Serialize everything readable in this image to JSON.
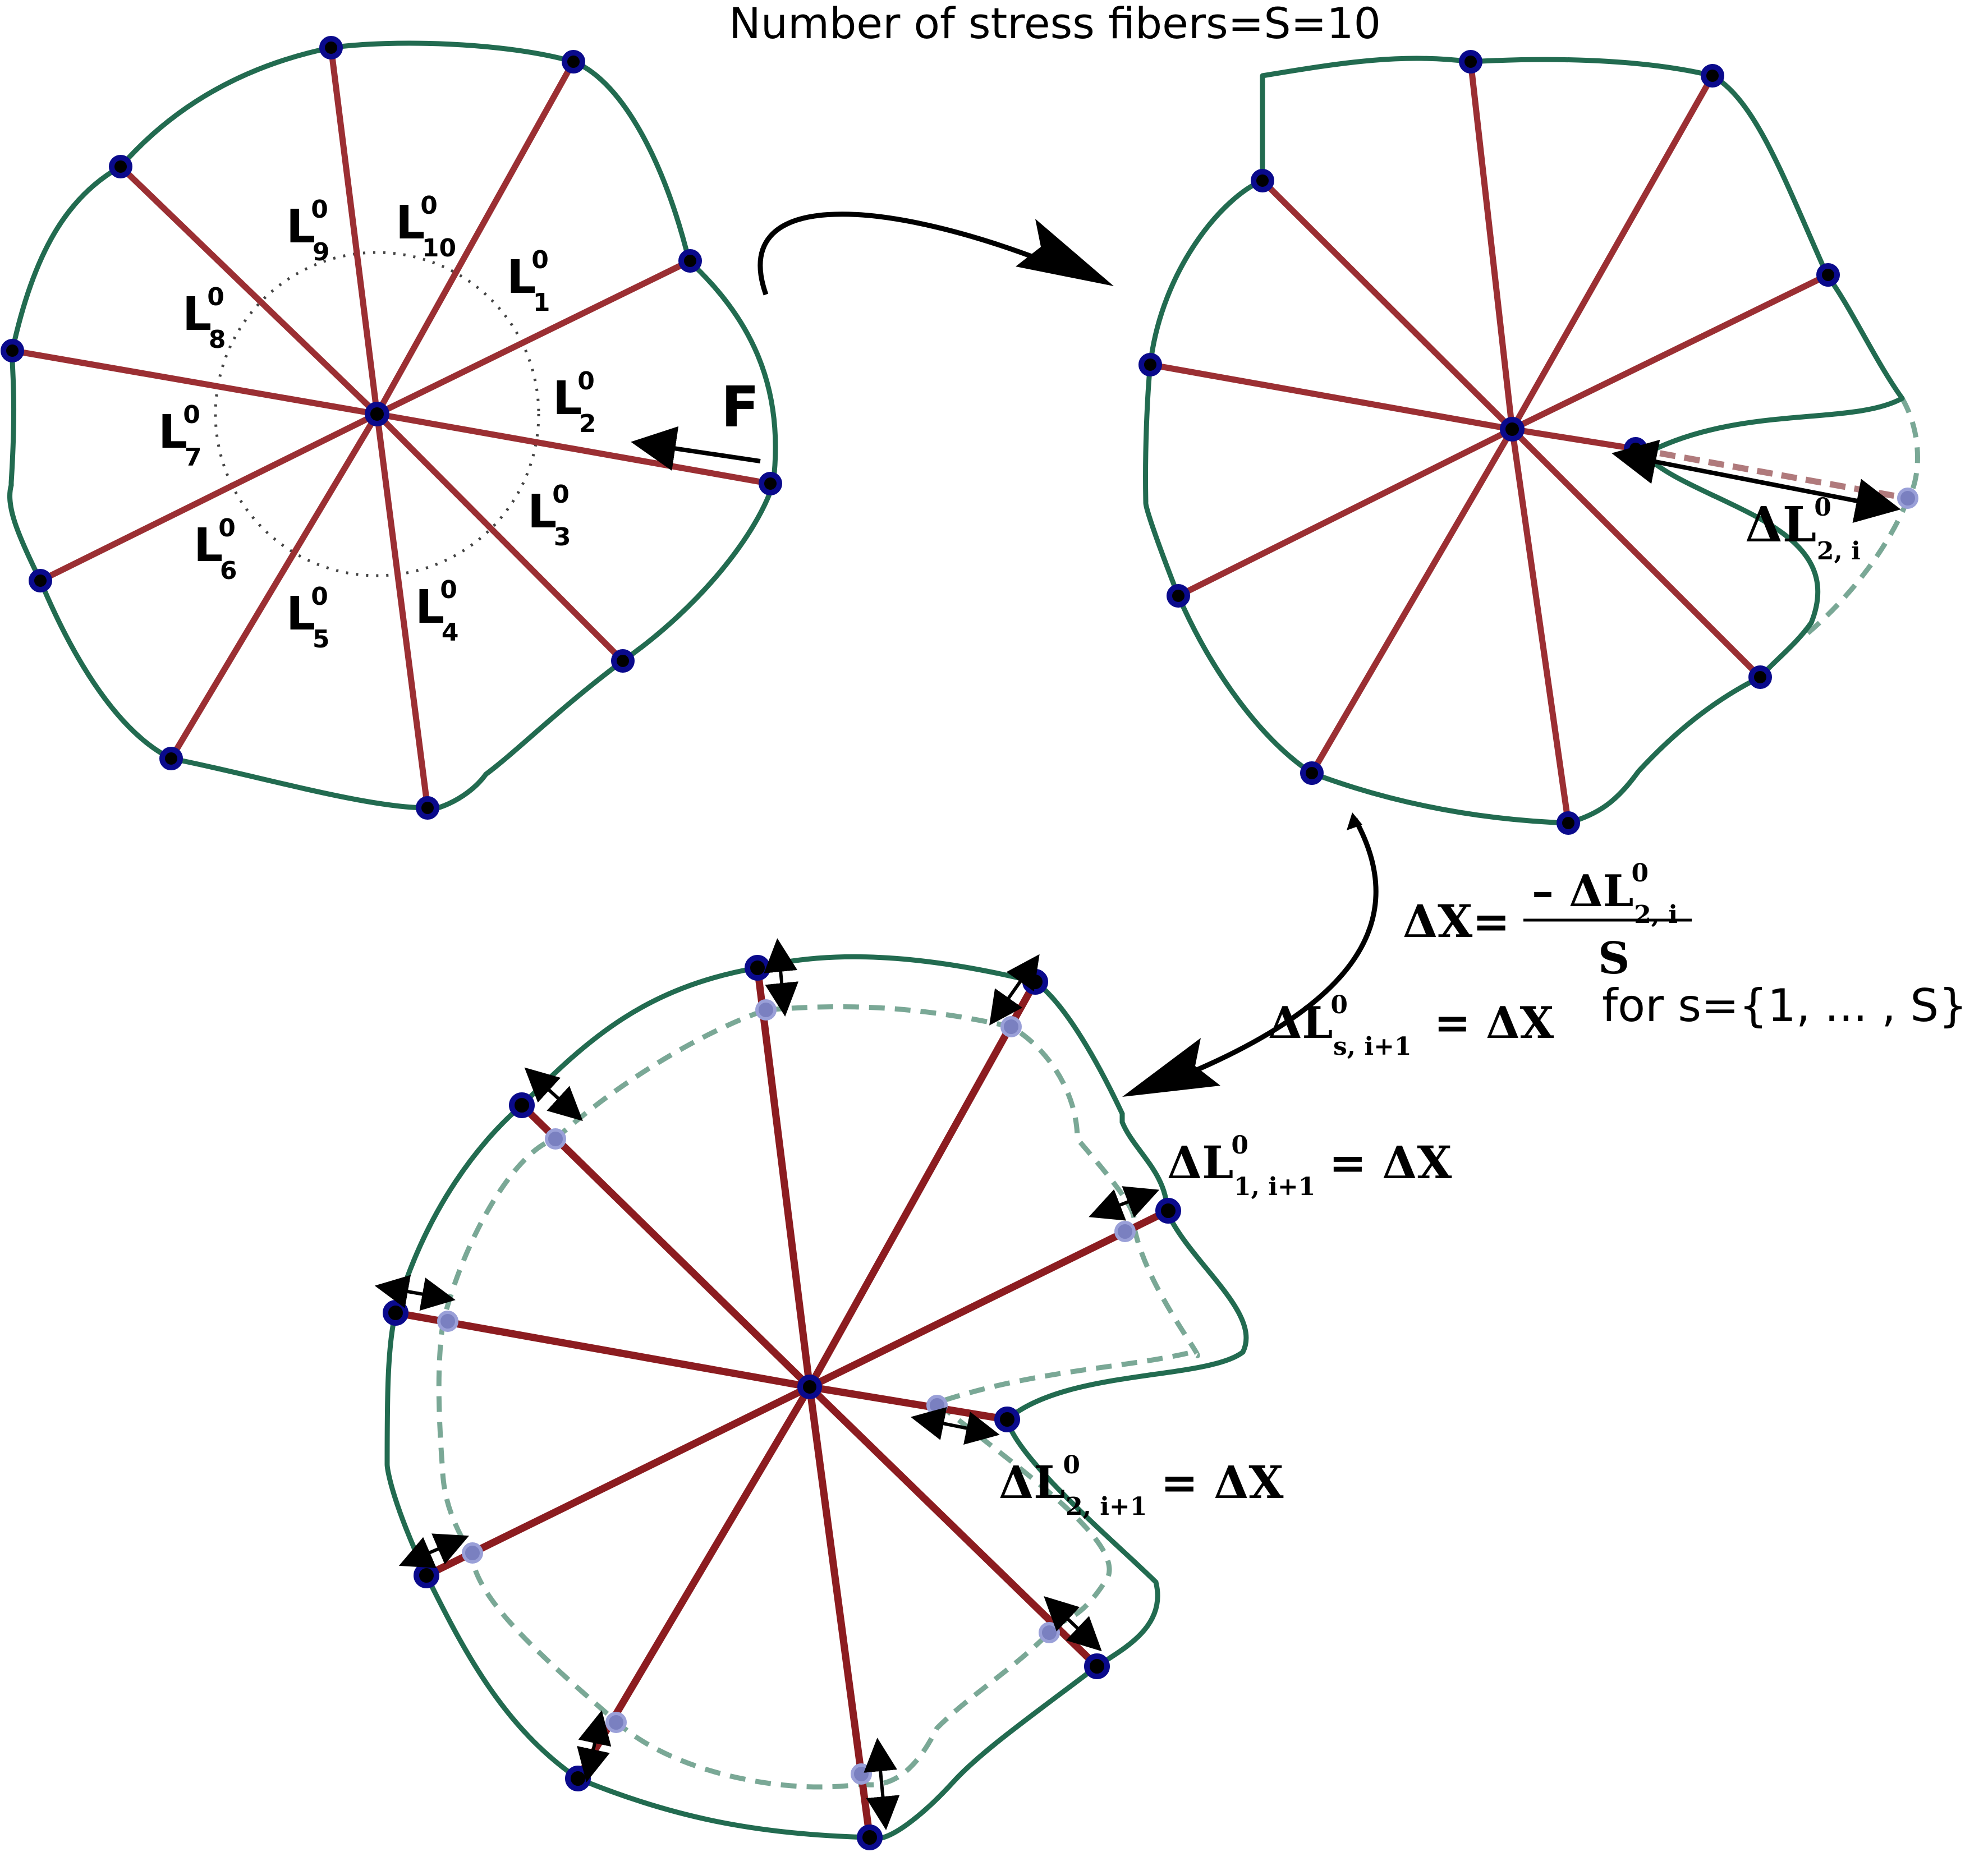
{
  "title": "Number of stress fibers=S=10",
  "panel1": {
    "fiber_labels": [
      {
        "base": "L",
        "sup": "0",
        "sub": "1"
      },
      {
        "base": "L",
        "sup": "0",
        "sub": "2"
      },
      {
        "base": "L",
        "sup": "0",
        "sub": "3"
      },
      {
        "base": "L",
        "sup": "0",
        "sub": "4"
      },
      {
        "base": "L",
        "sup": "0",
        "sub": "5"
      },
      {
        "base": "L",
        "sup": "0",
        "sub": "6"
      },
      {
        "base": "L",
        "sup": "0",
        "sub": "7"
      },
      {
        "base": "L",
        "sup": "0",
        "sub": "8"
      },
      {
        "base": "L",
        "sup": "0",
        "sub": "9"
      },
      {
        "base": "L",
        "sup": "0",
        "sub": "10"
      }
    ],
    "force_label": "F"
  },
  "panel2": {
    "delta_label": {
      "base": "ΔL",
      "sup": "0",
      "sub": "2, i"
    }
  },
  "equations": {
    "dx_lhs": "ΔX=",
    "dx_num": {
      "base": "– ΔL",
      "sup": "0",
      "sub": "2, i"
    },
    "dx_den": "S",
    "update": {
      "base": "ΔL",
      "sup": "0",
      "sub": "s, i+1",
      "rhs": "=  ΔX",
      "tail": "for s={1, ... , S}"
    }
  },
  "panel3": {
    "delta1": {
      "base": "ΔL",
      "sup": "0",
      "sub": "1, i+1",
      "rhs": "= ΔX"
    },
    "delta2": {
      "base": "ΔL",
      "sup": "0",
      "sub": "2, i+1",
      "rhs": "= ΔX"
    }
  },
  "colors": {
    "membrane": "#226b50",
    "fiber": "#9b2f33",
    "node": "#0a0a8c",
    "ghost_membrane": "#7aa896",
    "ghost_node": "#7a80c0"
  }
}
